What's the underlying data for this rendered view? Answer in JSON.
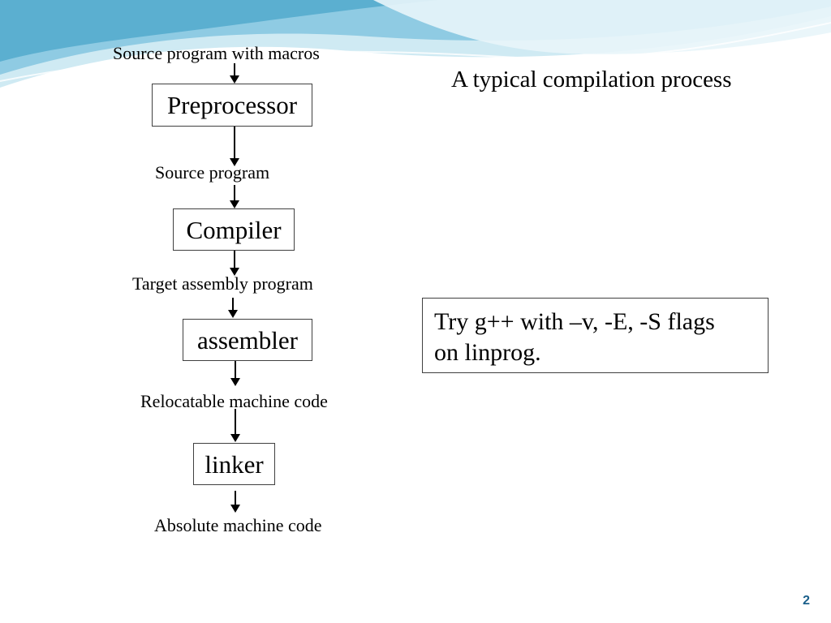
{
  "slide": {
    "title": "A typical compilation process",
    "page_number": "2"
  },
  "flow": {
    "input_label": "Source program with macros",
    "steps": [
      {
        "box": "Preprocessor",
        "output": "Source program"
      },
      {
        "box": "Compiler",
        "output": "Target assembly program"
      },
      {
        "box": "assembler",
        "output": "Relocatable machine code"
      },
      {
        "box": "linker",
        "output": "Absolute machine code"
      }
    ]
  },
  "note": {
    "line1": "Try g++ with –v, -E, -S flags",
    "line2": "on linprog."
  },
  "colors": {
    "header_wave_light": "#cfeaf3",
    "header_wave_mid": "#8fcbe3",
    "header_wave_dark": "#4aa5c9",
    "page_number": "#1a5f8a"
  }
}
